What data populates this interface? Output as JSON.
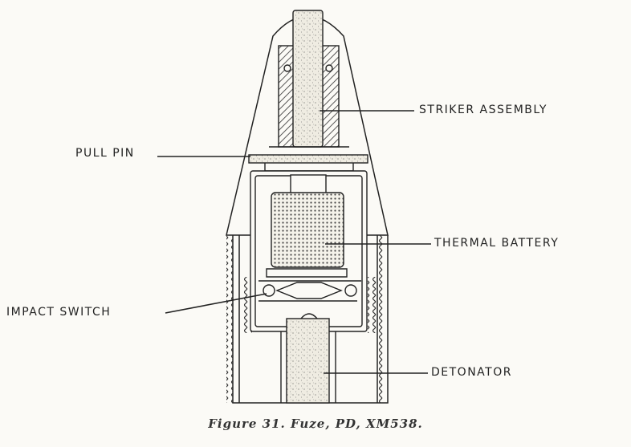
{
  "labels": {
    "striker_assembly": "STRIKER ASSEMBLY",
    "pull_pin": "PULL PIN",
    "thermal_battery": "THERMAL BATTERY",
    "impact_switch": "IMPACT SWITCH",
    "detonator": "DETONATOR"
  },
  "caption": "Figure 31.   Fuze, PD, XM538."
}
